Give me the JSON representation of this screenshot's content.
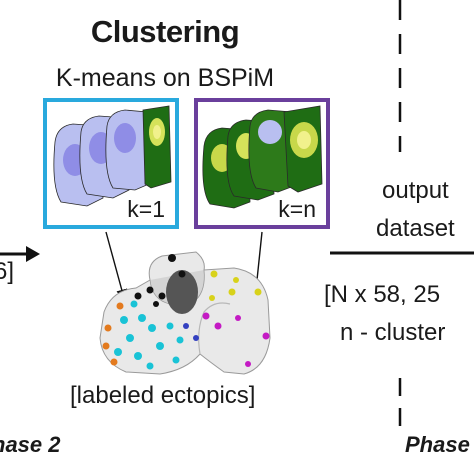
{
  "title": "Clustering",
  "subtitle": "K-means on BSPiM",
  "cards": [
    {
      "label": "k=1",
      "border_color": "#29a9dd"
    },
    {
      "label": "k=n",
      "border_color": "#6a3f9c"
    }
  ],
  "left_text": "6]",
  "output": {
    "line1": "output",
    "line2": "dataset",
    "line3": "[N x 58, 25",
    "line4": "n - cluster"
  },
  "caption": "[labeled ectopics]",
  "phase_left": "hase 2",
  "phase_right": "Phase",
  "colors": {
    "blue_frame": "#29a9dd",
    "purple_frame": "#6a3f9c",
    "map_green": "#1f6d14",
    "map_lavender": "#9a96e8",
    "dot_cyan": "#19c3d6",
    "dot_orange": "#e37a1e",
    "dot_magenta": "#c41ac4",
    "dot_yellow": "#d8d21a",
    "dot_black": "#111111"
  }
}
